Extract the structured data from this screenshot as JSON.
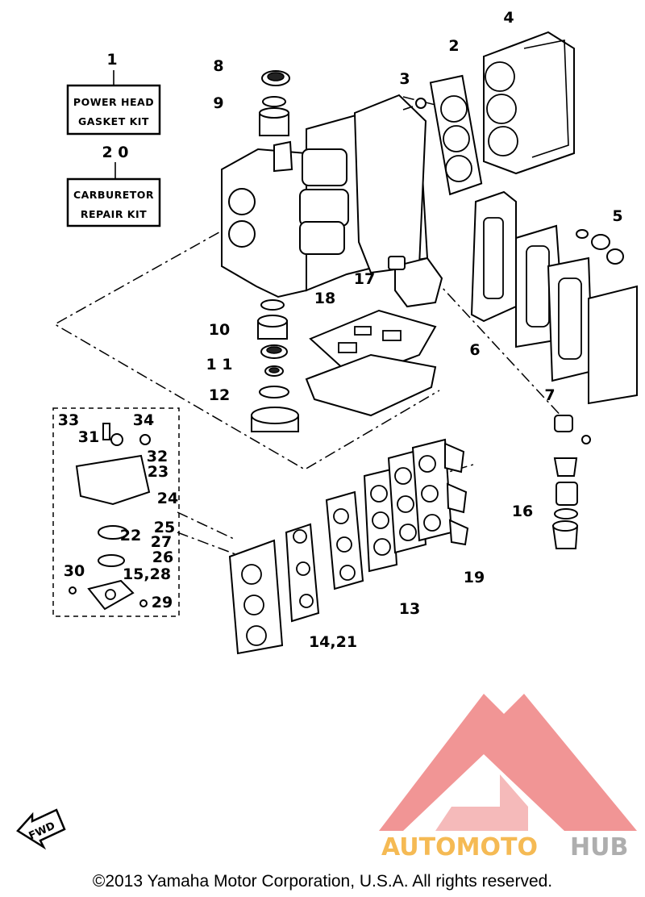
{
  "kits": {
    "power_head": {
      "number": "1",
      "line1": "POWER HEAD",
      "line2": "GASKET KIT"
    },
    "carburetor": {
      "number": "2 0",
      "line1": "CARBURETOR",
      "line2": "REPAIR KIT"
    }
  },
  "callouts": {
    "c2": "2",
    "c3": "3",
    "c4": "4",
    "c5": "5",
    "c6": "6",
    "c7": "7",
    "c8": "8",
    "c9": "9",
    "c10": "10",
    "c11": "1 1",
    "c12": "12",
    "c13": "13",
    "c14_21": "14,21",
    "c15_28": "15,28",
    "c16": "16",
    "c17": "17",
    "c18": "18",
    "c19": "19",
    "c22": "22",
    "c23": "23",
    "c24": "24",
    "c25": "25",
    "c26": "26",
    "c27": "27",
    "c29": "29",
    "c30": "30",
    "c31": "31",
    "c32": "32",
    "c33": "33",
    "c34": "34"
  },
  "fwd_label": "FWD",
  "watermark": {
    "part1": "AUTOMOTO",
    "part2": "HUB"
  },
  "copyright": "©2013 Yamaha Motor Corporation, U.S.A. All rights reserved.",
  "colors": {
    "watermark_orange": "#f5b342",
    "watermark_grey": "#a6a6a6",
    "watermark_red": "#f08a8a"
  }
}
